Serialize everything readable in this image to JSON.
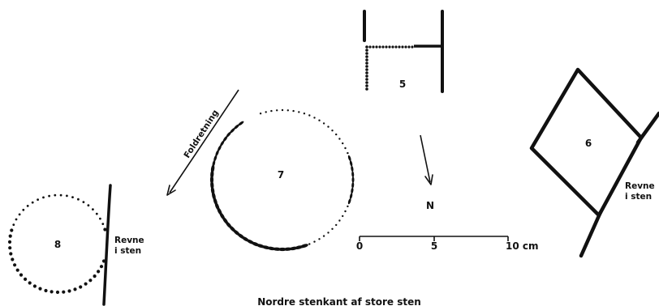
{
  "figure": {
    "caption": "Nordre stenkant af store sten",
    "fold_direction_label": "Foldretning",
    "north_label": "N",
    "crack_label_line1": "Revne",
    "crack_label_line2": "i sten",
    "features": [
      {
        "id": "5",
        "label": "5"
      },
      {
        "id": "6",
        "label": "6"
      },
      {
        "id": "7",
        "label": "7"
      },
      {
        "id": "8",
        "label": "8"
      }
    ],
    "scale_bar": {
      "ticks": [
        "0",
        "5",
        "10 cm"
      ]
    },
    "ink_color": "#111111"
  }
}
